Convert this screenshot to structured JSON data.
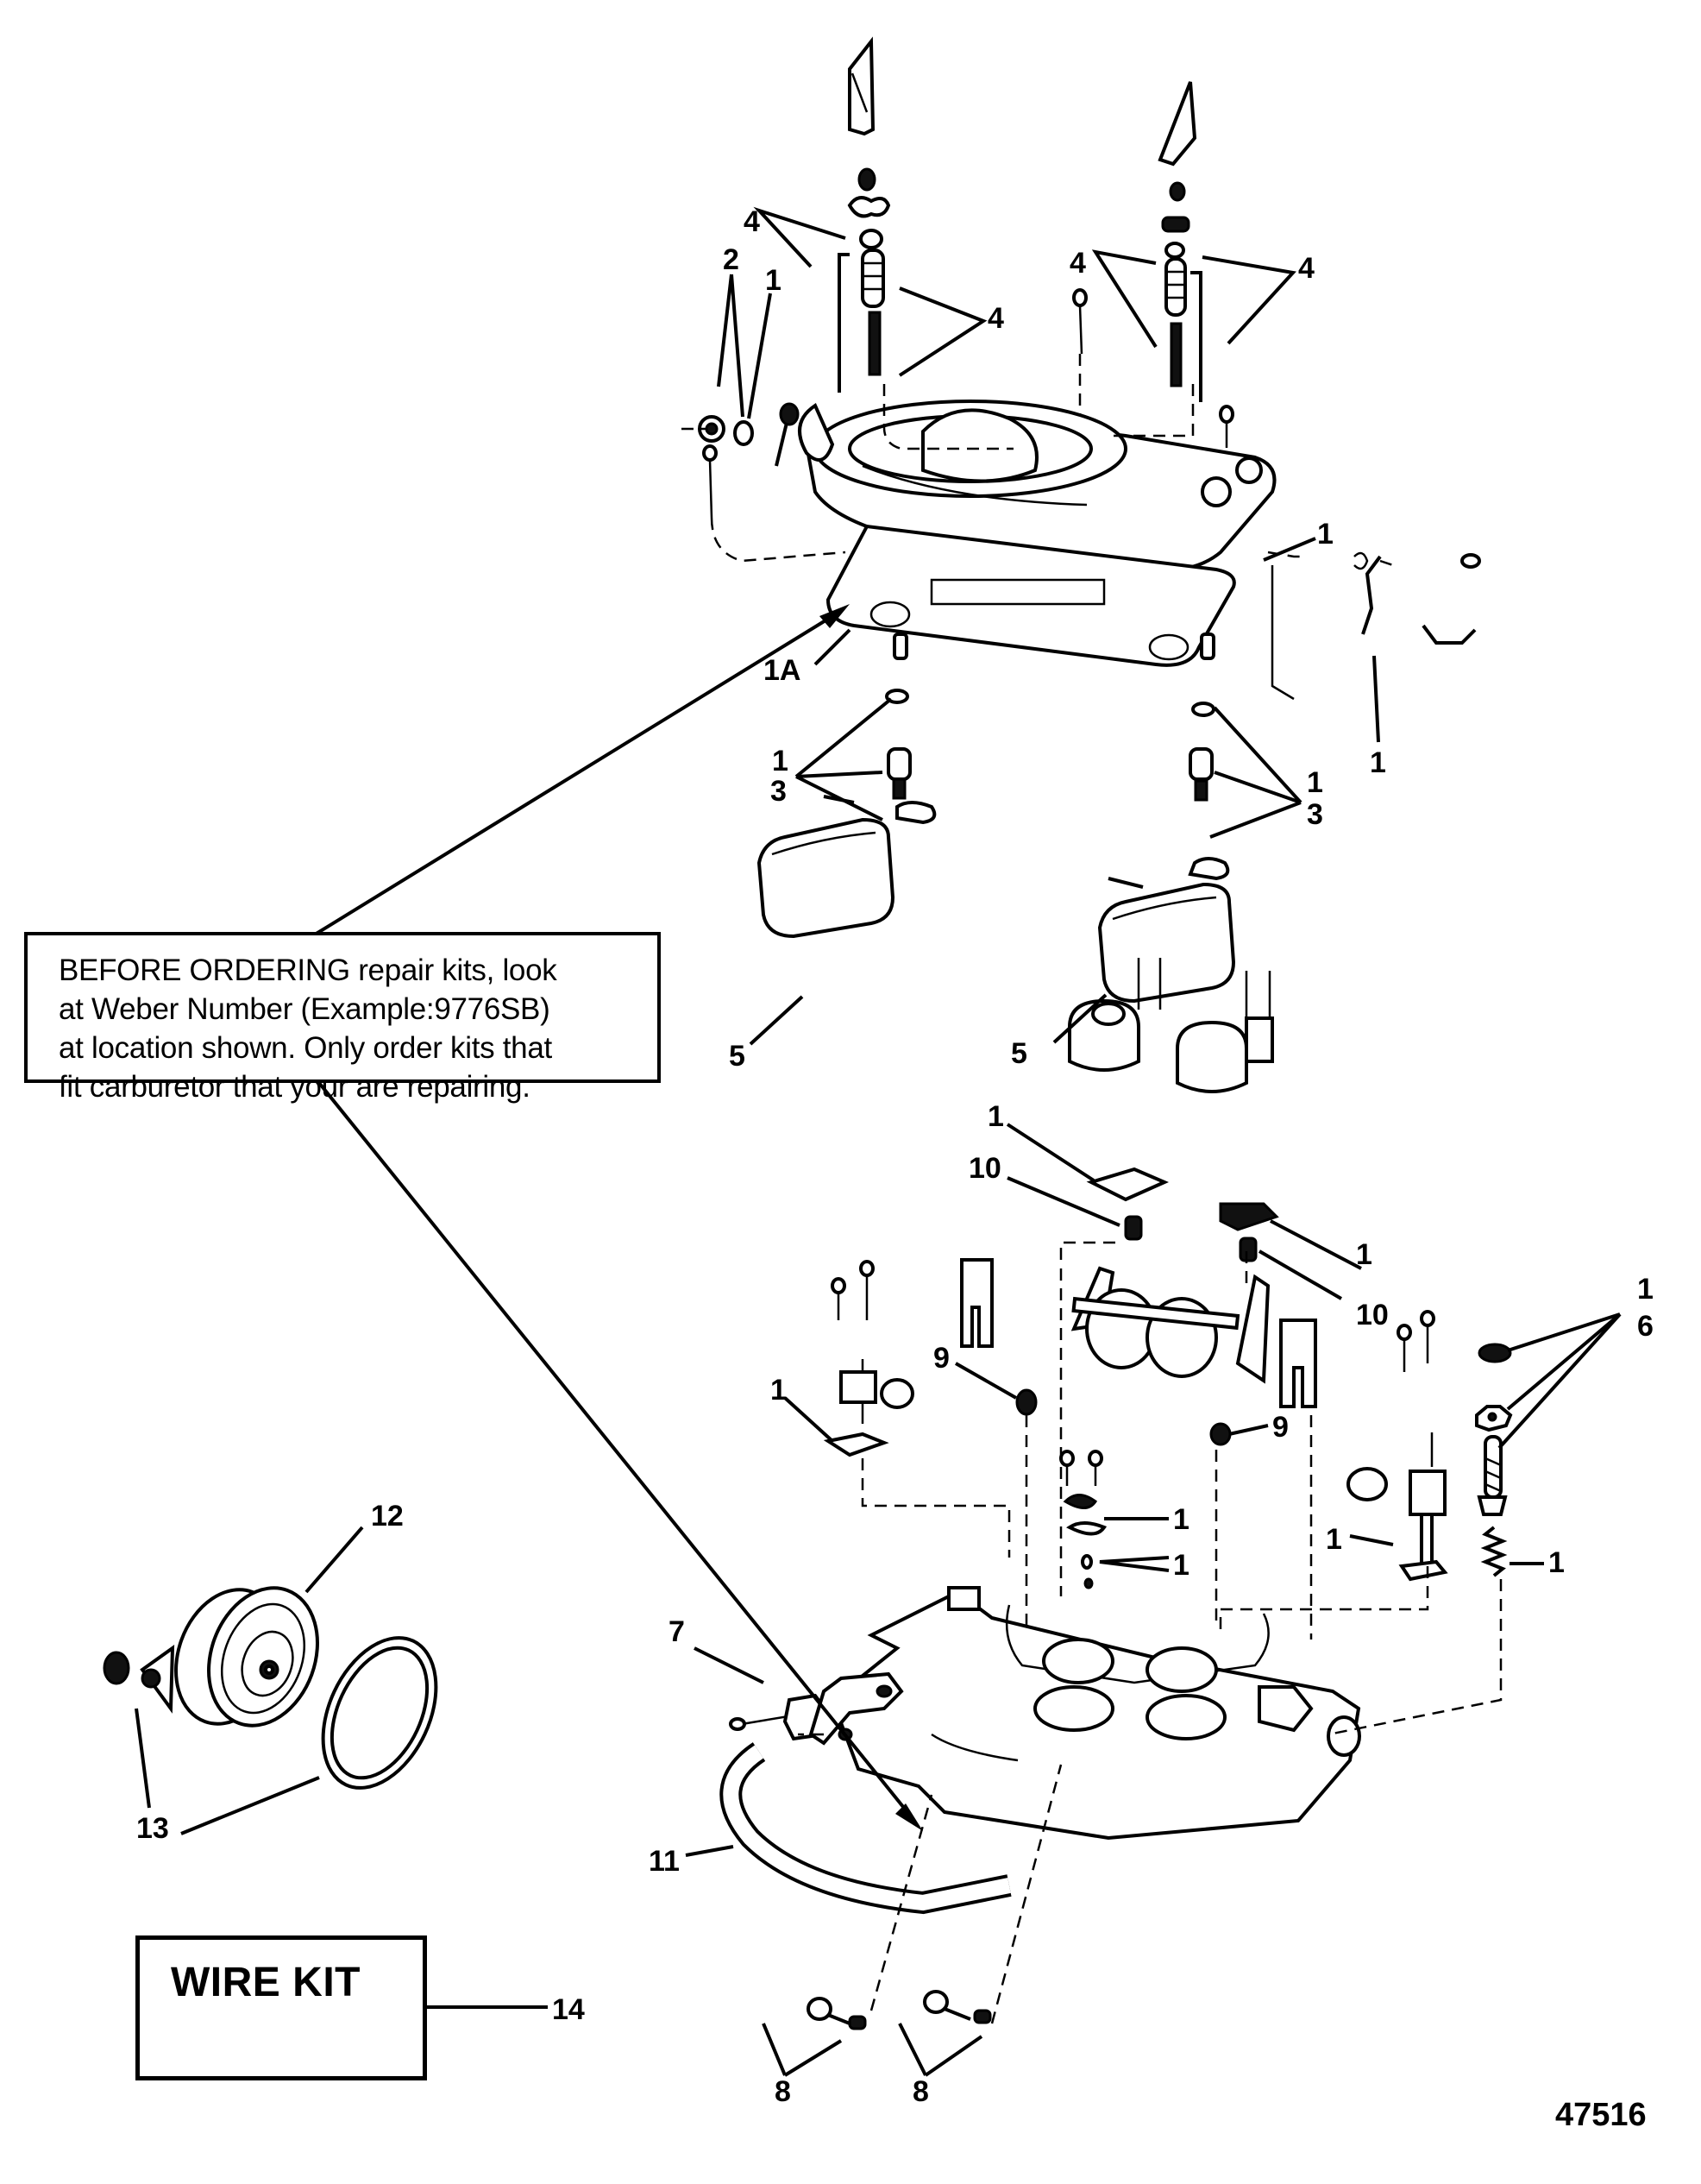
{
  "figure": {
    "title": "Carburetor exploded parts view",
    "figure_number": "47516"
  },
  "note": {
    "emphasis": "BEFORE ORDERING",
    "lines": [
      " repair kits, look",
      "at Weber Number (Example:9776SB)",
      "at location shown. Only order kits that",
      "fit carburetor that your are repairing."
    ]
  },
  "wire_kit": {
    "label": "WIRE KIT",
    "callout": "14"
  },
  "callouts": [
    {
      "id": "c-4-top-left",
      "text": "4"
    },
    {
      "id": "c-2",
      "text": "2"
    },
    {
      "id": "c-1-top-left",
      "text": "1"
    },
    {
      "id": "c-4-left-spring",
      "text": "4"
    },
    {
      "id": "c-4-right-a",
      "text": "4"
    },
    {
      "id": "c-4-right-b",
      "text": "4"
    },
    {
      "id": "c-1-body-right",
      "text": "1"
    },
    {
      "id": "c-1a",
      "text": "1A"
    },
    {
      "id": "c-1-linkage",
      "text": "1"
    },
    {
      "id": "c-1-left-float",
      "text": "1"
    },
    {
      "id": "c-3-left-float",
      "text": "3"
    },
    {
      "id": "c-1-right-float",
      "text": "1"
    },
    {
      "id": "c-3-right-float",
      "text": "3"
    },
    {
      "id": "c-5-left",
      "text": "5"
    },
    {
      "id": "c-5-right",
      "text": "5"
    },
    {
      "id": "c-1-pump-upper",
      "text": "1"
    },
    {
      "id": "c-10-upper",
      "text": "10"
    },
    {
      "id": "c-1-pump-right",
      "text": "1"
    },
    {
      "id": "c-10-lower",
      "text": "10"
    },
    {
      "id": "c-1-idle",
      "text": "1"
    },
    {
      "id": "c-6",
      "text": "6"
    },
    {
      "id": "c-9-left",
      "text": "9"
    },
    {
      "id": "c-9-right",
      "text": "9"
    },
    {
      "id": "c-1-left-bracket",
      "text": "1"
    },
    {
      "id": "c-1-center-gasket",
      "text": "1"
    },
    {
      "id": "c-1-center-small",
      "text": "1"
    },
    {
      "id": "c-1-right-bracket",
      "text": "1"
    },
    {
      "id": "c-1-spring",
      "text": "1"
    },
    {
      "id": "c-7",
      "text": "7"
    },
    {
      "id": "c-12",
      "text": "12"
    },
    {
      "id": "c-13",
      "text": "13"
    },
    {
      "id": "c-11",
      "text": "11"
    },
    {
      "id": "c-8-left",
      "text": "8"
    },
    {
      "id": "c-8-right",
      "text": "8"
    }
  ]
}
